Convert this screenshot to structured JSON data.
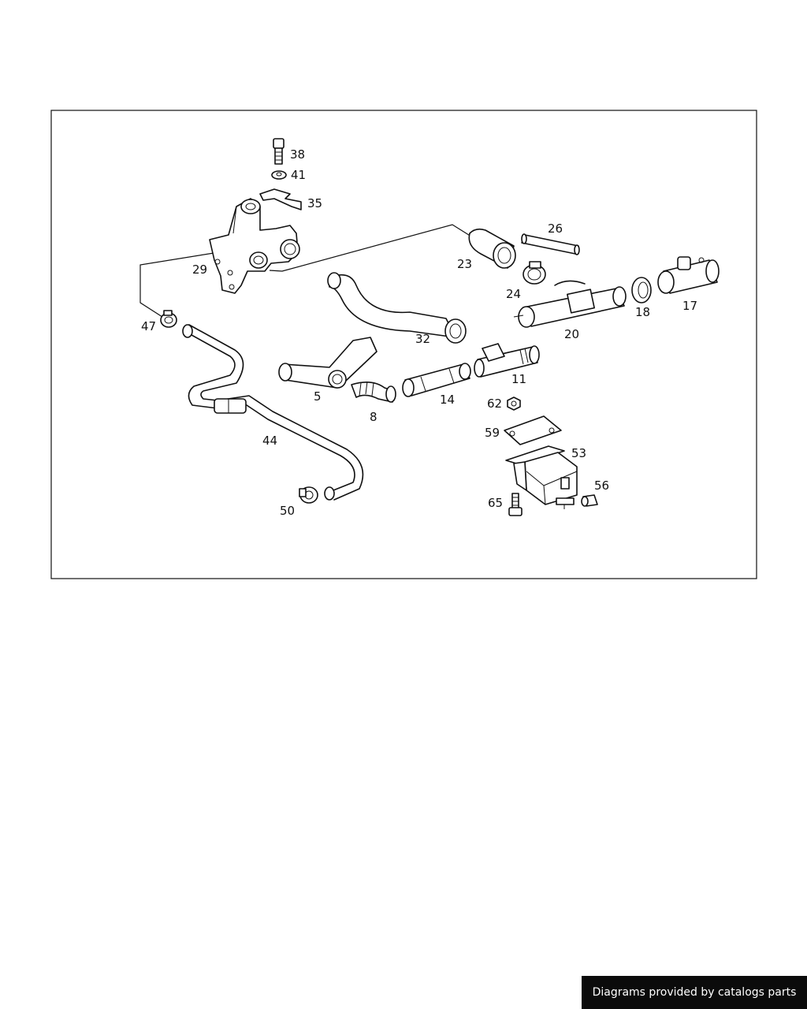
{
  "callouts": {
    "p5": "5",
    "p8": "8",
    "p11": "11",
    "p14": "14",
    "p17": "17",
    "p18": "18",
    "p20": "20",
    "p23": "23",
    "p24": "24",
    "p26": "26",
    "p29": "29",
    "p32": "32",
    "p35": "35",
    "p38": "38",
    "p41": "41",
    "p44": "44",
    "p47": "47",
    "p50": "50",
    "p53": "53",
    "p56": "56",
    "p59": "59",
    "p62": "62",
    "p65": "65"
  },
  "footer": {
    "credit": "Diagrams provided by catalogs parts"
  }
}
